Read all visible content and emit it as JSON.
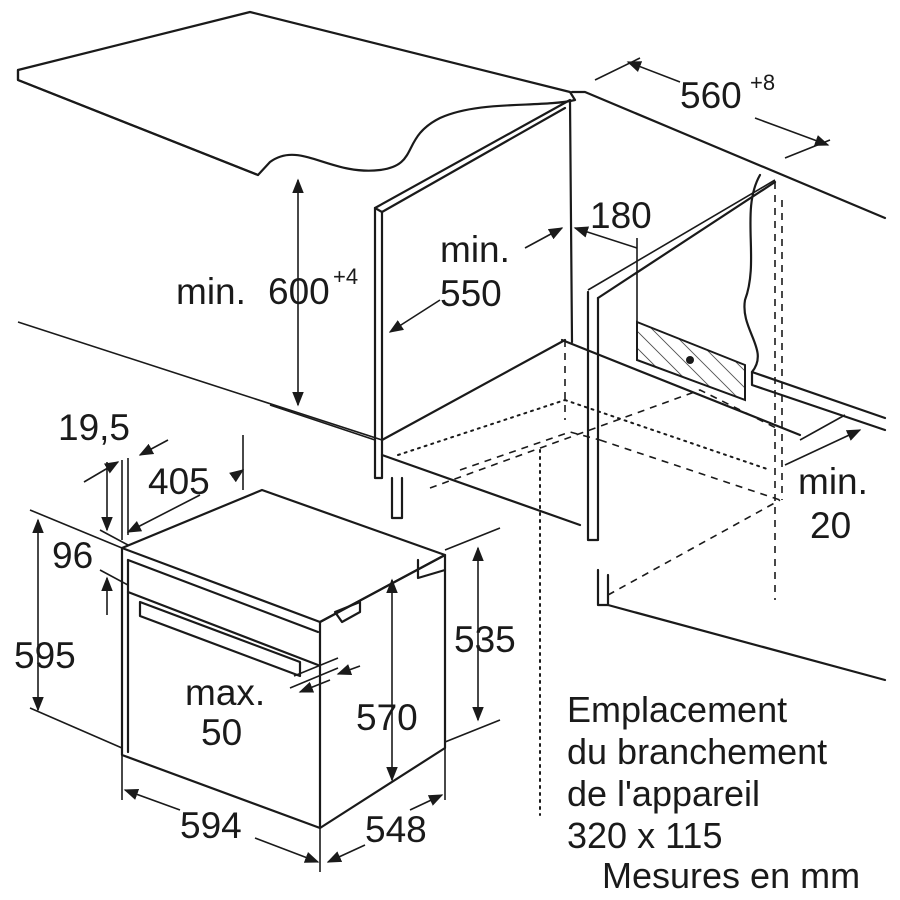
{
  "dimensions": {
    "cutout_width": "560",
    "cutout_width_tolerance": "+8",
    "niche_height_prefix": "min. ",
    "niche_height": "600",
    "niche_height_tolerance": "+4",
    "depth_min_label": "min.",
    "depth_min_value": "550",
    "socket_offset": "180",
    "rear_gap_label": "min.",
    "rear_gap_value": "20",
    "front_overhang": "19,5",
    "frame_depth": "405",
    "top_panel_height": "96",
    "total_height": "595",
    "body_height": "535",
    "inner_height": "570",
    "handle_label": "max.",
    "handle_value": "50",
    "total_width": "594",
    "total_depth": "548"
  },
  "notes": {
    "line1": "Emplacement",
    "line2": "du branchement",
    "line3": "de l'appareil",
    "line4": "320 x 115",
    "units": "Mesures en mm"
  }
}
